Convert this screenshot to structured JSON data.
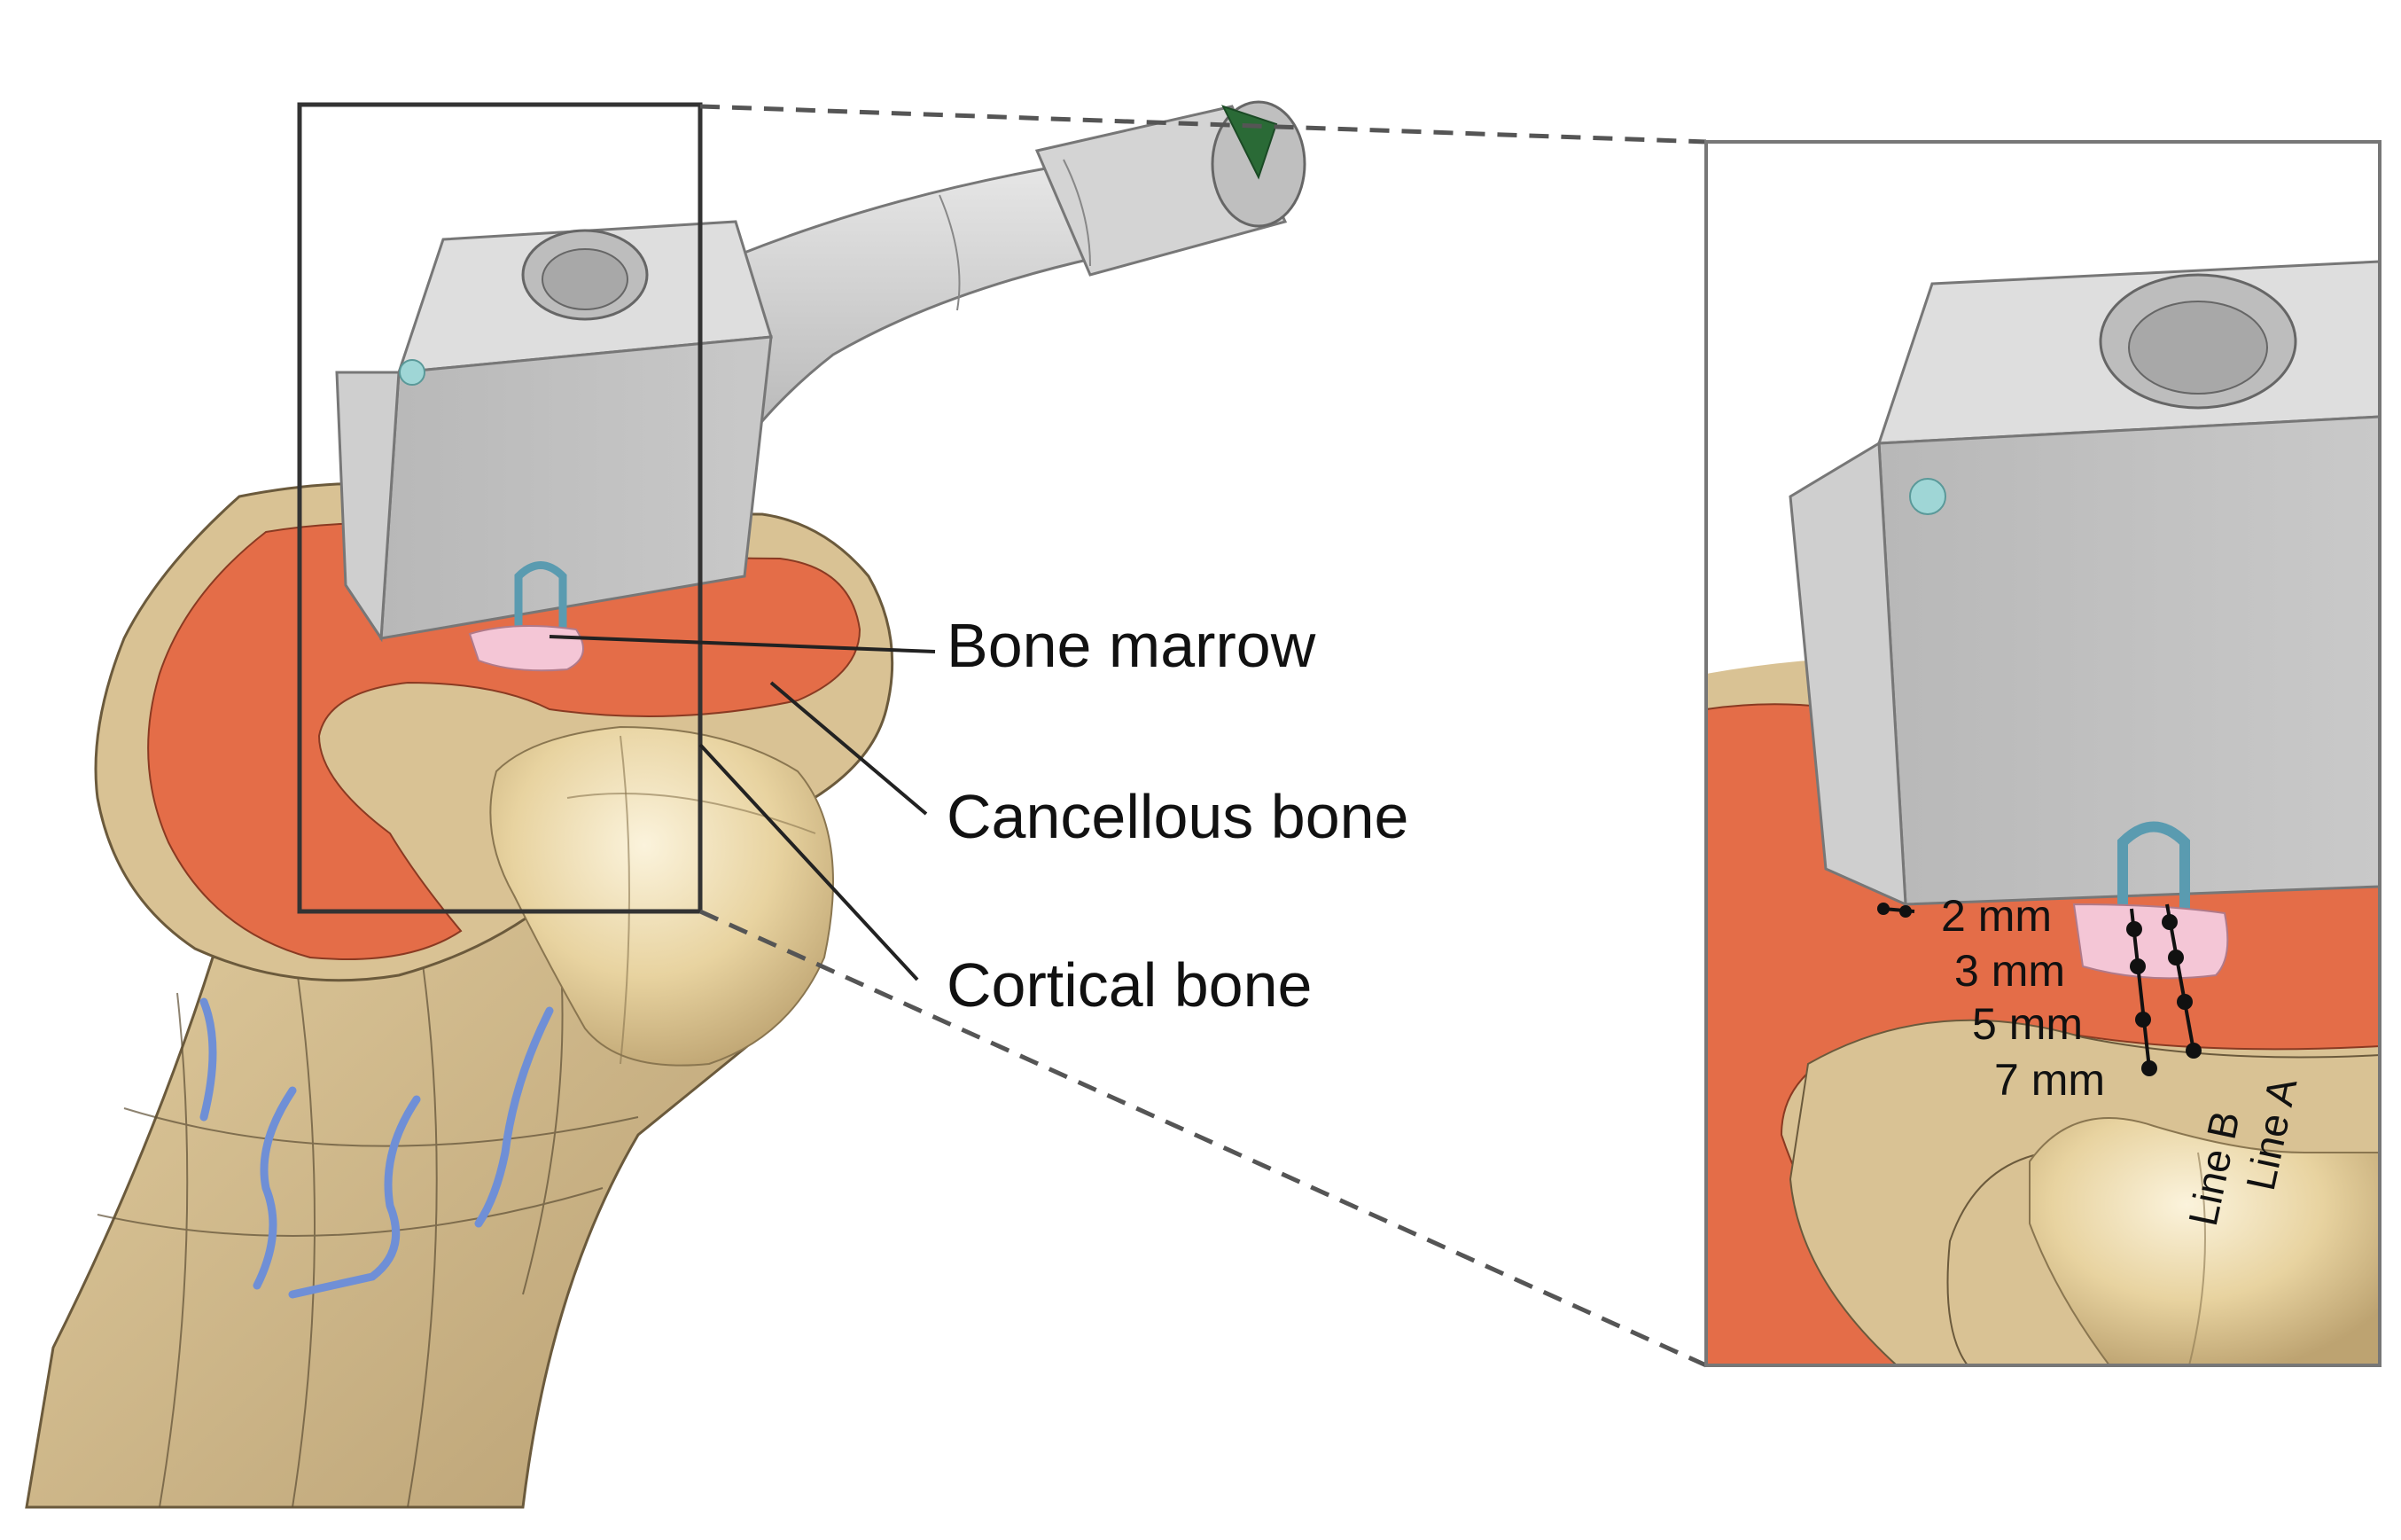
{
  "labels": {
    "bone_marrow": "Bone marrow",
    "cancellous_bone": "Cancellous bone",
    "cortical_bone": "Cortical bone"
  },
  "inset": {
    "depths": [
      "2 mm",
      "3 mm",
      "5 mm",
      "7 mm"
    ],
    "lines": [
      "Line B",
      "Line A"
    ]
  },
  "colors": {
    "cortical": "#d9c294",
    "cancellous": "#e46d48",
    "marrow": "#f4c6d6",
    "implant": "#c8c8c8",
    "accent": "#2a6a36",
    "vein": "#6f8fd6"
  }
}
